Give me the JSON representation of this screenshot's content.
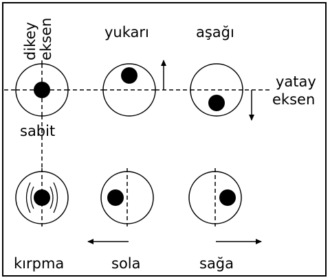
{
  "labels": {
    "vertical_axis_line1": "dikey",
    "vertical_axis_line2": "eksen",
    "up": "yukarı",
    "down": "aşağı",
    "horizontal_axis_line1": "yatay",
    "horizontal_axis_line2": "eksen",
    "fixed": "sabit",
    "blink": "kırpma",
    "left": "sola",
    "right": "sağa"
  },
  "colors": {
    "stroke": "#000000",
    "background": "#ffffff"
  }
}
